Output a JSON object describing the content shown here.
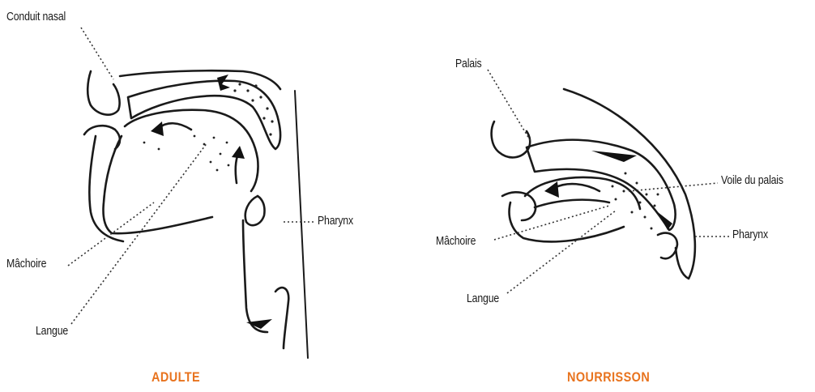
{
  "adult": {
    "caption": "ADULTE",
    "labels": {
      "nasal": "Conduit nasal",
      "jaw": "Mâchoire",
      "tongue": "Langue",
      "pharynx": "Pharynx"
    }
  },
  "infant": {
    "caption": "NOURRISSON",
    "labels": {
      "palate": "Palais",
      "soft_palate": "Voile du palais",
      "jaw": "Mâchoire",
      "tongue": "Langue",
      "pharynx": "Pharynx"
    }
  },
  "colors": {
    "caption": "#e8731e",
    "line": "#1a1a1a"
  }
}
